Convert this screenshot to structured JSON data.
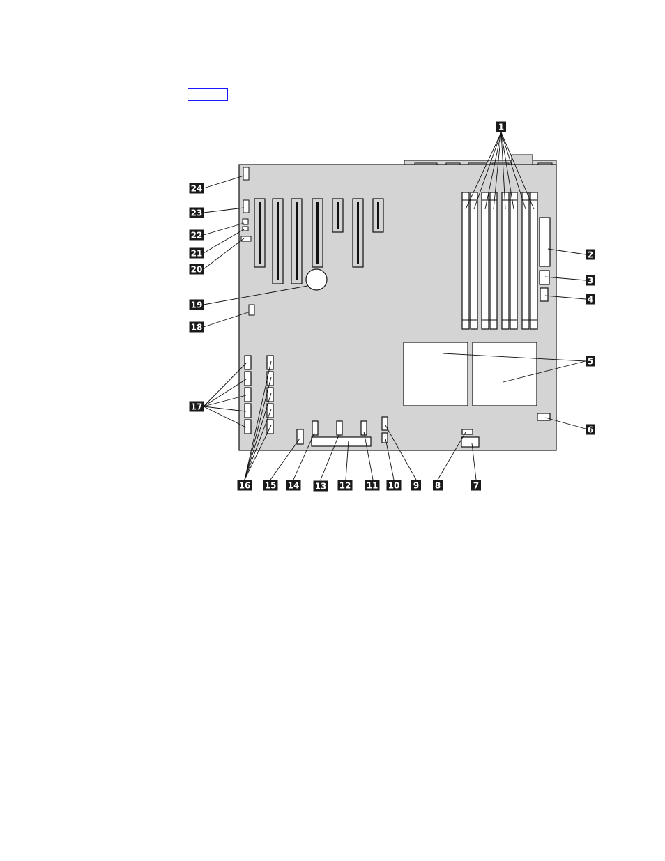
{
  "colors": {
    "board": "#d4d4d4",
    "outline": "#111111",
    "callout_bg": "#1a1a1a",
    "callout_text": "#ffffff",
    "link_border": "#1a1aff"
  },
  "callouts": [
    "1",
    "2",
    "3",
    "4",
    "5",
    "6",
    "7",
    "8",
    "9",
    "10",
    "11",
    "12",
    "13",
    "14",
    "15",
    "16",
    "17",
    "18",
    "19",
    "20",
    "21",
    "22",
    "23",
    "24"
  ]
}
